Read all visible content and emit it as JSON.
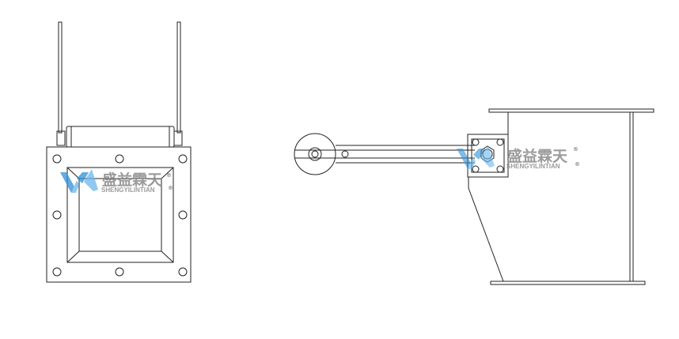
{
  "watermark": {
    "brand_cn": "盛益霖天",
    "brand_en": "SHENGYILINTIAN",
    "registered_mark": "®",
    "color": "#2f8fd8",
    "text_color": "#8a8a8a"
  },
  "views": [
    {
      "name": "front-view"
    },
    {
      "name": "side-view"
    }
  ]
}
